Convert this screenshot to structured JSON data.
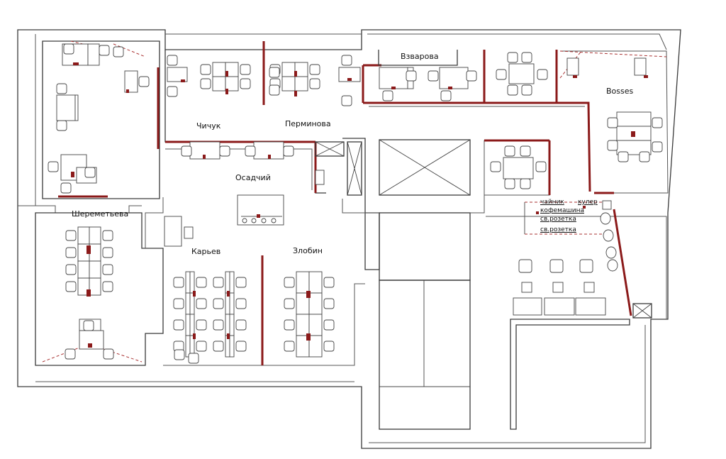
{
  "rooms": {
    "vzvarova": "Взварова",
    "bosses": "Bosses",
    "chichuk": "Чичук",
    "perminova": "Перминова",
    "osadchiy": "Осадчий",
    "sheremeteva": "Шереметьева",
    "karev": "Карьев",
    "zlobin": "Злобин"
  },
  "kitchen": {
    "kettle": "чайник",
    "cooler": "кулер",
    "coffee_machine": "кофемашина",
    "socket_1": "св.розетка",
    "socket_2": "св.розетка"
  },
  "colors": {
    "partition": "#8b1a1a",
    "wall": "#3a3a3a"
  }
}
